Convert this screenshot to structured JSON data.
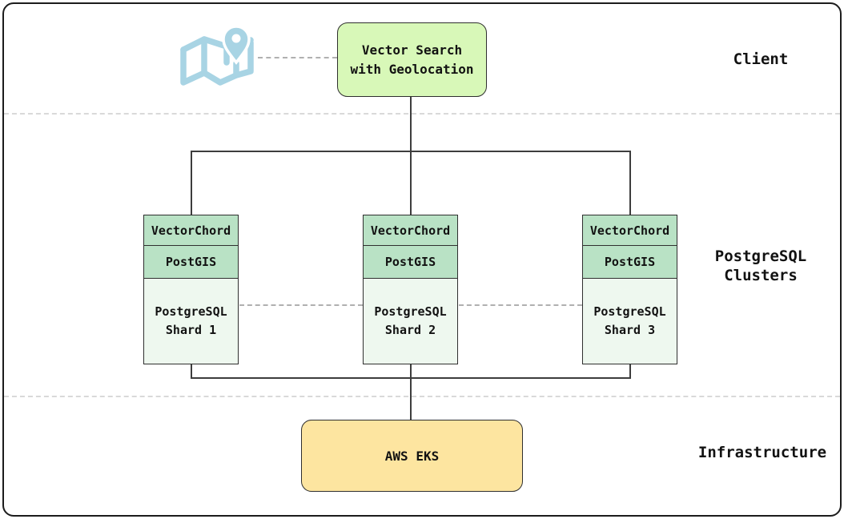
{
  "colors": {
    "frame-border": "#1c1c1c",
    "node-border": "#2f2f2f",
    "connector": "#3d3d3d",
    "dash": "#b0b0b0",
    "separator": "#d9d9d9",
    "client-node-fill": "#d8f8b8",
    "shard-header-fill": "#b9e2c5",
    "shard-body-fill": "#eef8ef",
    "infra-node-fill": "#fde5a0",
    "icon-blue": "#a8d4e4",
    "text": "#121212"
  },
  "lanes": {
    "client": {
      "label": "Client"
    },
    "clusters": {
      "label_line1": "PostgreSQL",
      "label_line2": "Clusters"
    },
    "infrastructure": {
      "label": "Infrastructure"
    }
  },
  "icons": {
    "map": "map-location-icon"
  },
  "client_node": {
    "line1": "Vector Search",
    "line2": "with Geolocation"
  },
  "shards": [
    {
      "layer1": "VectorChord",
      "layer2": "PostGIS",
      "name_line1": "PostgreSQL",
      "name_line2": "Shard 1"
    },
    {
      "layer1": "VectorChord",
      "layer2": "PostGIS",
      "name_line1": "PostgreSQL",
      "name_line2": "Shard 2"
    },
    {
      "layer1": "VectorChord",
      "layer2": "PostGIS",
      "name_line1": "PostgreSQL",
      "name_line2": "Shard 3"
    }
  ],
  "infra_node": {
    "label": "AWS EKS"
  }
}
